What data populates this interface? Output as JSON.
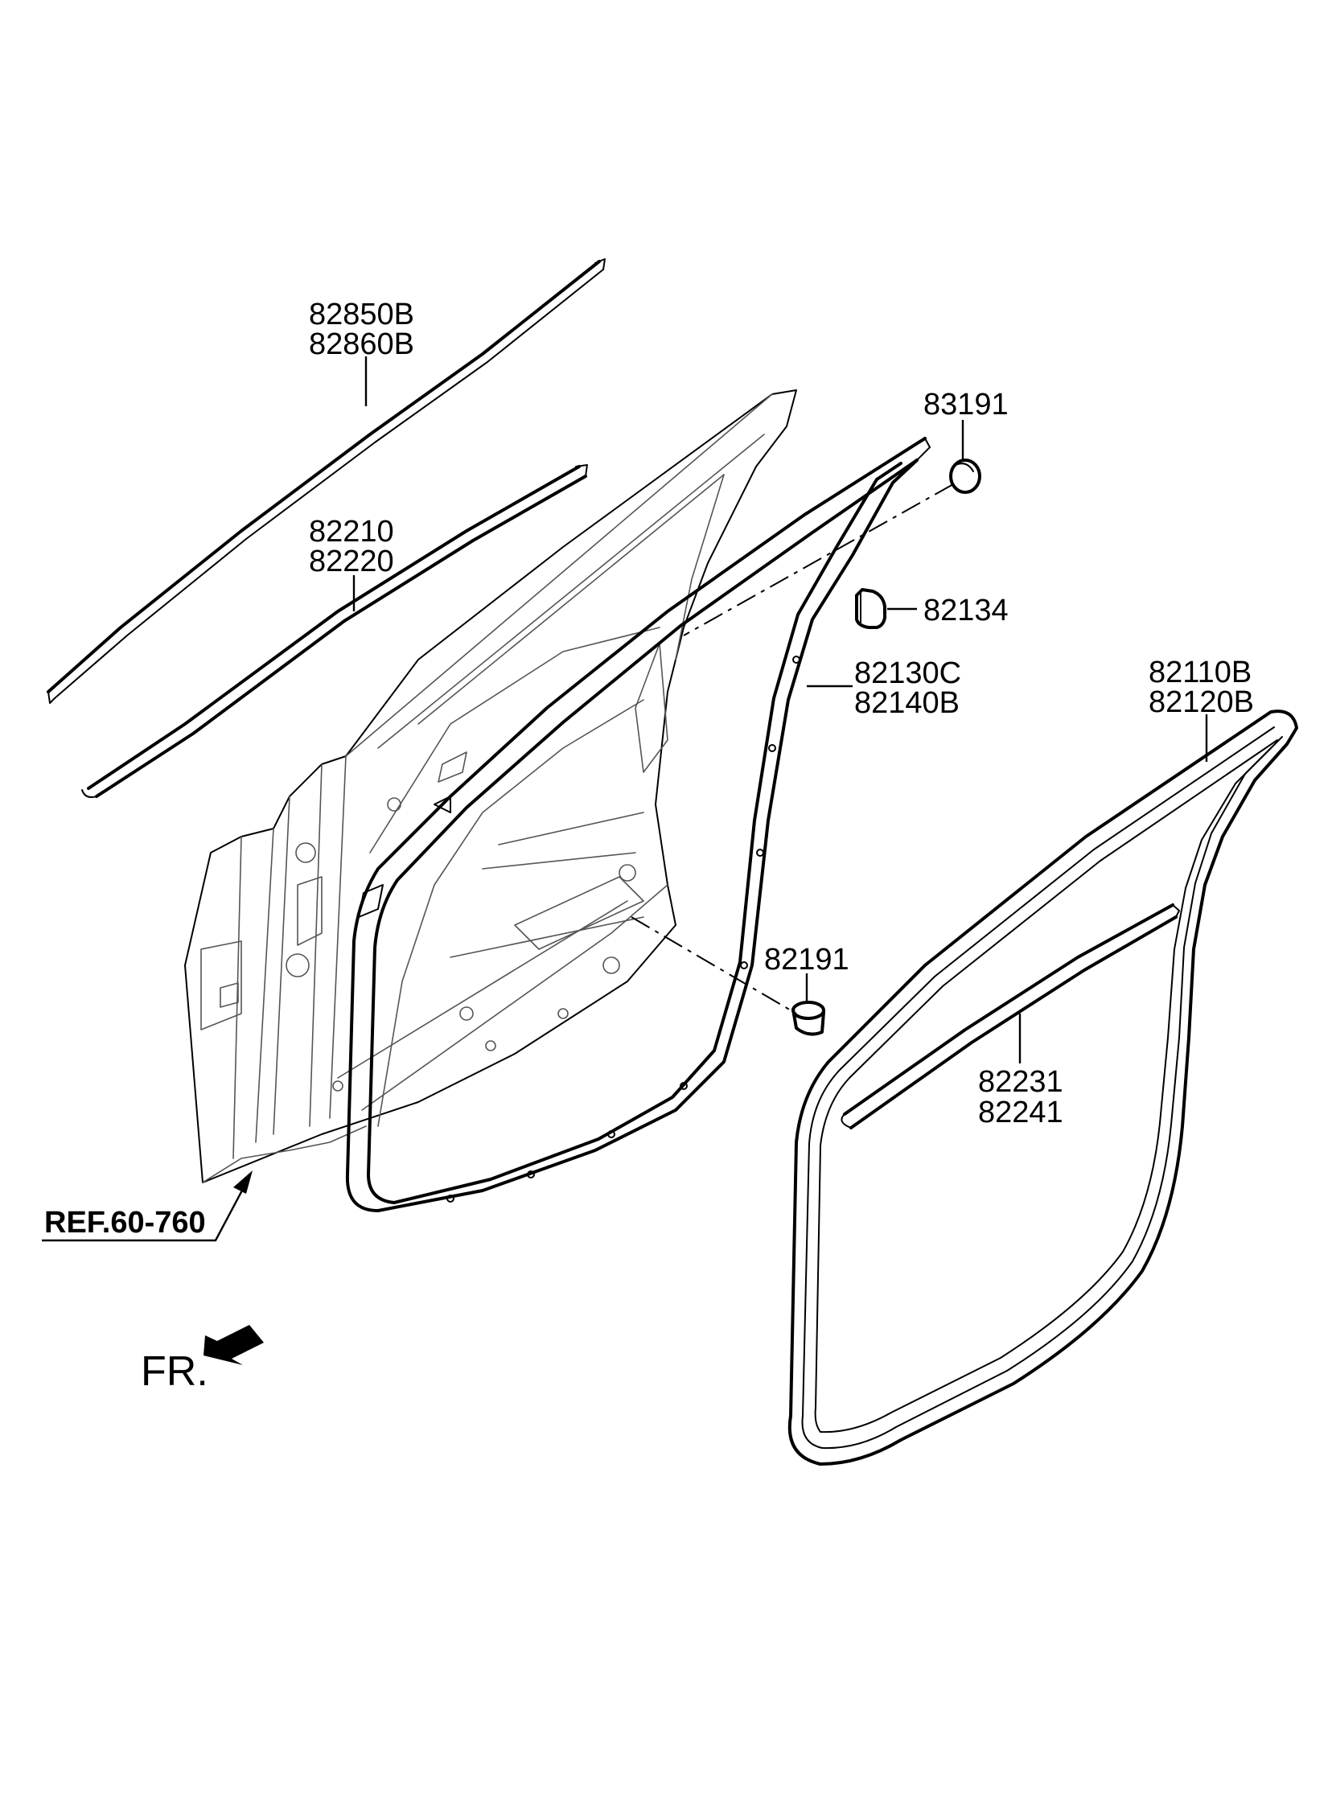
{
  "callouts": {
    "p82850B": "82850B",
    "p82860B": "82860B",
    "p82210": "82210",
    "p82220": "82220",
    "p83191": "83191",
    "p82134": "82134",
    "p82130C": "82130C",
    "p82140B": "82140B",
    "p82110B": "82110B",
    "p82120B": "82120B",
    "p82191": "82191",
    "p82231": "82231",
    "p82241": "82241"
  },
  "reference": "REF.60-760",
  "direction": "FR."
}
